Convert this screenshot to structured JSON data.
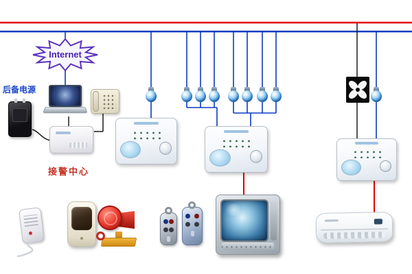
{
  "title": "alarm-system-wiring-diagram",
  "labels": {
    "internet": "Internet",
    "backup_power": "后备电源",
    "alarm_center": "接警中心"
  },
  "colors": {
    "power_bus": "#e60000",
    "signal_bus": "#0b3bbf",
    "internet_text": "#4a22aa",
    "backup_power_text": "#1a46c8",
    "alarm_center_text": "#c43326",
    "detector_blue": "#2b7fd4",
    "siren_red": "#e6372a",
    "siren_base_yellow": "#f2b63e"
  },
  "devices": [
    {
      "name": "internet-cloud-icon",
      "count": 1
    },
    {
      "name": "backup-power-adapter-icon",
      "count": 1
    },
    {
      "name": "laptop-icon",
      "count": 1
    },
    {
      "name": "telephone-icon",
      "count": 1
    },
    {
      "name": "alarm-center-host-icon",
      "count": 1
    },
    {
      "name": "alarm-panel-icon",
      "count": 3
    },
    {
      "name": "wireless-detector-bulb-icon",
      "count": 9
    },
    {
      "name": "exhaust-fan-icon",
      "count": 1
    },
    {
      "name": "door-sensor-icon",
      "count": 1
    },
    {
      "name": "pir-motion-detector-icon",
      "count": 1
    },
    {
      "name": "strobe-siren-icon",
      "count": 1
    },
    {
      "name": "remote-fob-icon",
      "count": 2
    },
    {
      "name": "crt-tv-icon",
      "count": 1
    },
    {
      "name": "air-conditioner-icon",
      "count": 1
    }
  ]
}
